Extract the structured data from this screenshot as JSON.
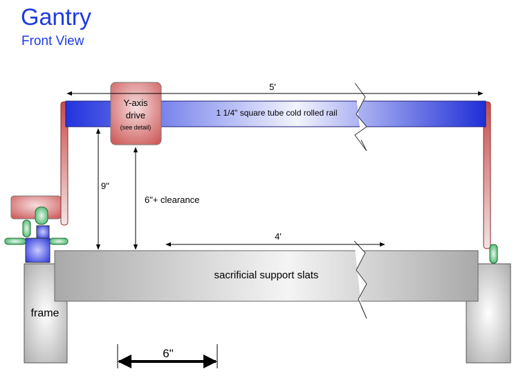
{
  "header": {
    "title": "Gantry",
    "subtitle": "Front View"
  },
  "labels": {
    "y_axis_drive_line1": "Y-axis",
    "y_axis_drive_line2": "drive",
    "y_axis_drive_note": "(see detail)",
    "rail": "1 1/4\" square tube cold rolled rail",
    "support_slats": "sacrificial support slats",
    "frame": "frame"
  },
  "dimensions": {
    "rail_length": "5'",
    "gantry_height": "9\"",
    "clearance": "6\"+ clearance",
    "slat_length": "4'",
    "scale_bar": "6\""
  },
  "colors": {
    "title_blue": "#1e3be0",
    "rail_blue": "#2233dd",
    "drive_red": "#d06060",
    "roller_green": "#2eaa55",
    "slat_gray": "#b8b8b8"
  }
}
